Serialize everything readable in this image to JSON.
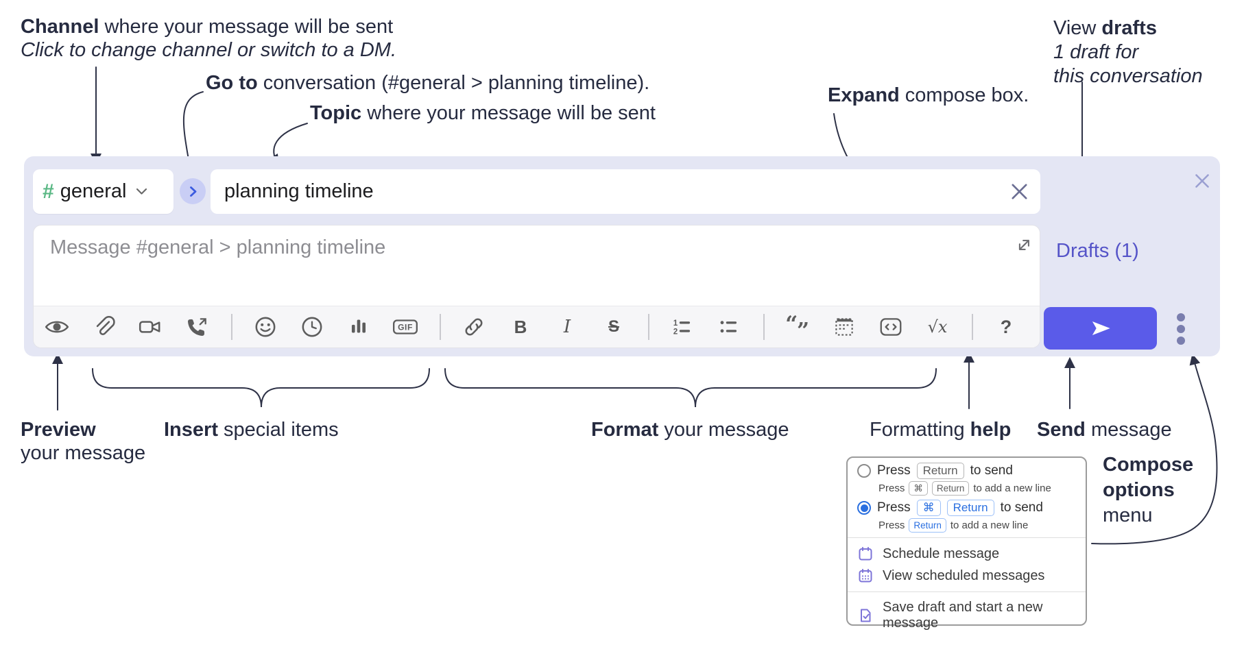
{
  "annotations": {
    "channel": {
      "bold": "Channel",
      "rest": " where your message will be sent",
      "line2": "Click to change channel or switch to a DM."
    },
    "goto": {
      "bold": "Go to",
      "rest": " conversation (#general > planning timeline)."
    },
    "topic": {
      "bold": "Topic",
      "rest": " where your message will be sent"
    },
    "expand": {
      "bold": "Expand",
      "rest": " compose box."
    },
    "drafts": {
      "pre": "View ",
      "bold": "drafts",
      "line2": "1 draft for",
      "line3": "this conversation"
    },
    "preview": {
      "bold": "Preview",
      "line2": "your message"
    },
    "insert": {
      "bold": "Insert",
      "rest": " special items"
    },
    "format": {
      "bold": "Format",
      "rest": " your message"
    },
    "fmt_help": {
      "pre": "Formatting ",
      "bold": "help"
    },
    "send": {
      "bold": "Send",
      "rest": " message"
    },
    "compose_options": {
      "line1": "Compose",
      "line2": "options",
      "line3": "menu"
    }
  },
  "composer": {
    "channel": {
      "hash": "#",
      "name": "general"
    },
    "topic_value": "planning timeline",
    "message_placeholder": "Message #general > planning timeline",
    "drafts_label": "Drafts (1)",
    "toolbar": {
      "gif": "GIF",
      "bold": "B",
      "italic": "I",
      "strike": "S",
      "ol1": "1",
      "ol2": "2",
      "quote_open": "“",
      "quote_close": "”",
      "formula_root": "√",
      "formula_var": "x",
      "help": "?"
    }
  },
  "popup": {
    "option1": {
      "pre": "Press",
      "key": "Return",
      "post": "to send",
      "sub_pre": "Press",
      "sub_key1": "⌘",
      "sub_key2": "Return",
      "sub_post": "to add a new line"
    },
    "option2": {
      "pre": "Press",
      "key1": "⌘",
      "key2": "Return",
      "post": "to send",
      "sub_pre": "Press",
      "sub_key": "Return",
      "sub_post": "to add a new line"
    },
    "items": [
      "Schedule message",
      "View scheduled messages",
      "Save draft and start a new message"
    ]
  },
  "colors": {
    "compose_bg": "#e4e6f4",
    "accent_send": "#5a5be9",
    "drafts_link": "#5554c8",
    "channel_hash_green": "#5bb885",
    "goto_blue": "#3b5bdf",
    "goto_circle": "#c9cef5",
    "popup_blue": "#2a6fe0",
    "popup_icon_purple": "#7d74d8",
    "annotation_ink": "#262b40"
  }
}
